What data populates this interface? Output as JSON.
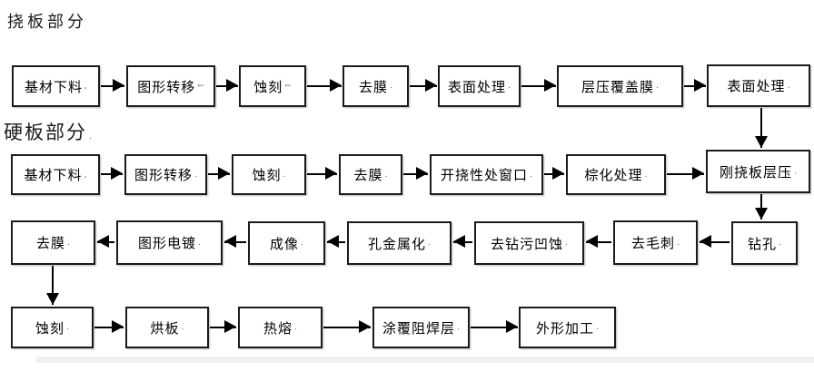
{
  "titles": {
    "flex_section": "挠板部分",
    "rigid_section": "硬板部分",
    "rigid_section_suffix": "."
  },
  "rows": {
    "row1": [
      {
        "label": "基材下料",
        "suffix": ","
      },
      {
        "label": "图形转移",
        "suffix": "←"
      },
      {
        "label": "蚀刻",
        "suffix": "←"
      },
      {
        "label": "去膜",
        "suffix": "."
      },
      {
        "label": "表面处理",
        "suffix": "."
      },
      {
        "label": "层压覆盖膜",
        "suffix": "."
      },
      {
        "label": "表面处理",
        "suffix": "."
      }
    ],
    "row2": [
      {
        "label": "基材下料",
        "suffix": ","
      },
      {
        "label": "图形转移",
        "suffix": "."
      },
      {
        "label": "蚀刻",
        "suffix": "."
      },
      {
        "label": "去膜",
        "suffix": "."
      },
      {
        "label": "开挠性处窗口",
        "suffix": "."
      },
      {
        "label": "棕化处理",
        "suffix": "."
      },
      {
        "label": "刚挠板层压",
        "suffix": "."
      }
    ],
    "row3": [
      {
        "label": "去膜",
        "suffix": "."
      },
      {
        "label": "图形电镀",
        "suffix": "."
      },
      {
        "label": "成像",
        "suffix": "."
      },
      {
        "label": "孔金属化",
        "suffix": "."
      },
      {
        "label": "去钻污凹蚀",
        "suffix": "."
      },
      {
        "label": "去毛刺",
        "suffix": "."
      },
      {
        "label": "钻孔",
        "suffix": "."
      }
    ],
    "row4": [
      {
        "label": "蚀刻",
        "suffix": "."
      },
      {
        "label": "烘板",
        "suffix": "."
      },
      {
        "label": "热熔",
        "suffix": "."
      },
      {
        "label": "涂覆阻焊层",
        "suffix": "."
      },
      {
        "label": "外形加工",
        "suffix": "."
      }
    ]
  },
  "structure": {
    "row1_direction": "left-to-right",
    "row2_direction": "left-to-right",
    "row3_direction": "right-to-left",
    "row4_direction": "left-to-right",
    "vertical_links": [
      "表面处理 → 刚挠板层压",
      "刚挠板层压 → 钻孔",
      "去膜 → 蚀刻"
    ]
  },
  "colors": {
    "background": "#ffffff",
    "box_border": "#1b1b1b",
    "arrow": "#000000",
    "text": "#000000"
  }
}
